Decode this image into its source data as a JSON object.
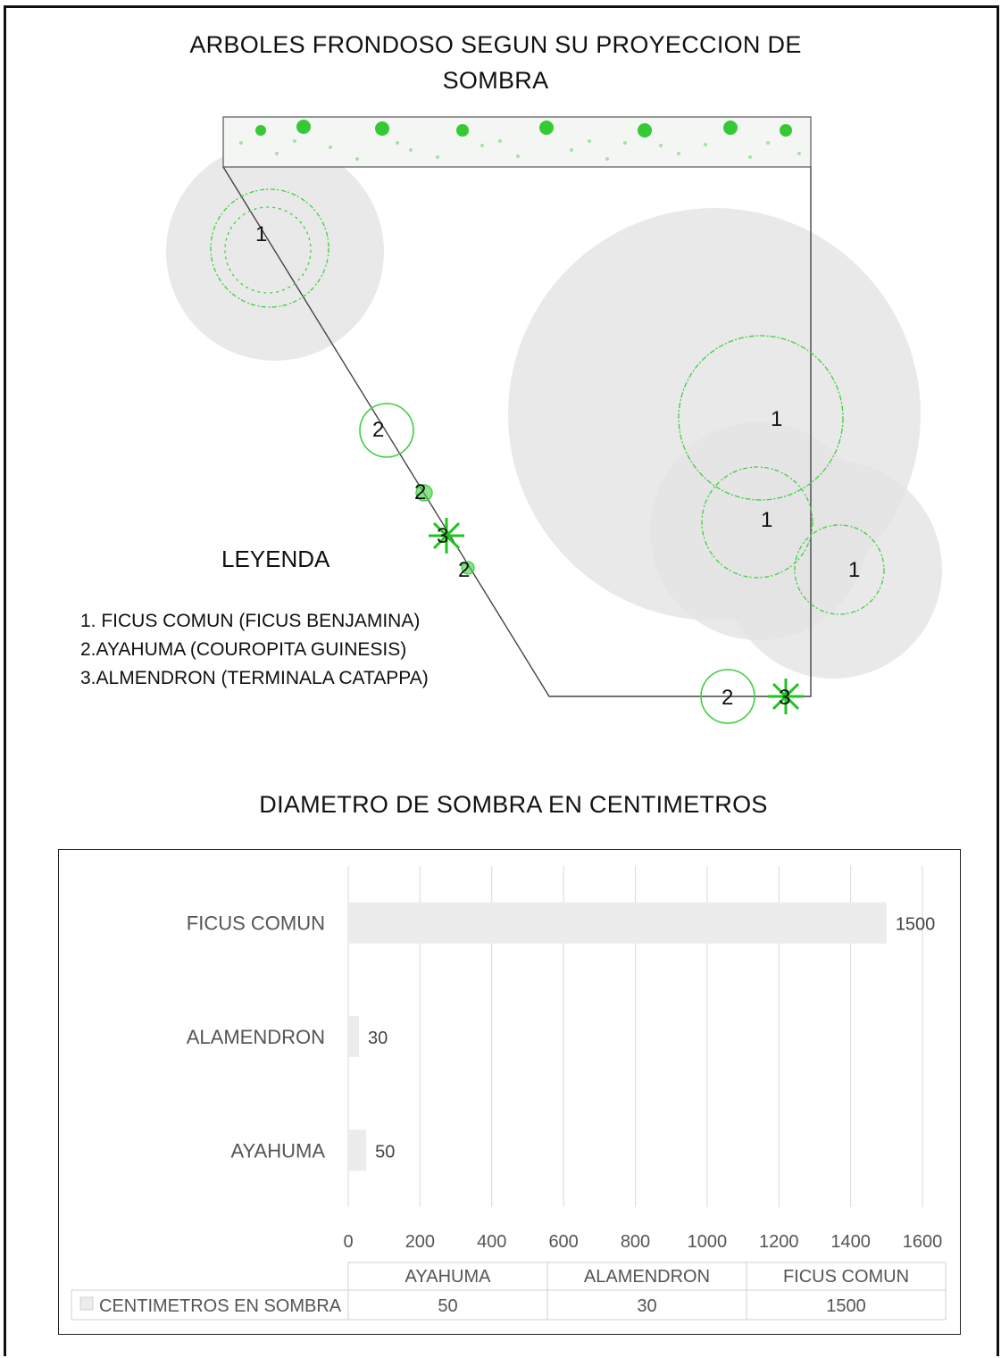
{
  "diagram": {
    "title_line1": "ARBOLES FRONDOSO SEGUN SU PROYECCION DE",
    "title_line2": "SOMBRA",
    "tree_markers": [
      "1",
      "1",
      "1",
      "1",
      "2",
      "2",
      "2",
      "2",
      "3",
      "3"
    ],
    "legend": {
      "title": "LEYENDA",
      "items": [
        "1. FICUS COMUN (FICUS BENJAMINA)",
        "2.AYAHUMA (COUROPITA GUINESIS)",
        "3.ALMENDRON (TERMINALA CATAPPA)"
      ]
    },
    "colors": {
      "tree_outline": "#3fcf3f",
      "shade": "#e8e8e8",
      "boundary": "#444444"
    }
  },
  "chart_data": {
    "type": "bar",
    "orientation": "horizontal",
    "title": "DIAMETRO DE SOMBRA EN CENTIMETROS",
    "categories": [
      "AYAHUMA",
      "ALAMENDRON",
      "FICUS COMUN"
    ],
    "series": [
      {
        "name": "CENTIMETROS EN SOMBRA",
        "values": [
          50,
          30,
          1500
        ]
      }
    ],
    "xlim": [
      0,
      1600
    ],
    "x_ticks": [
      "0",
      "200",
      "400",
      "600",
      "800",
      "1000",
      "1200",
      "1400",
      "1600"
    ],
    "grid": true,
    "data_table": true,
    "bar_color": "#ececec"
  }
}
